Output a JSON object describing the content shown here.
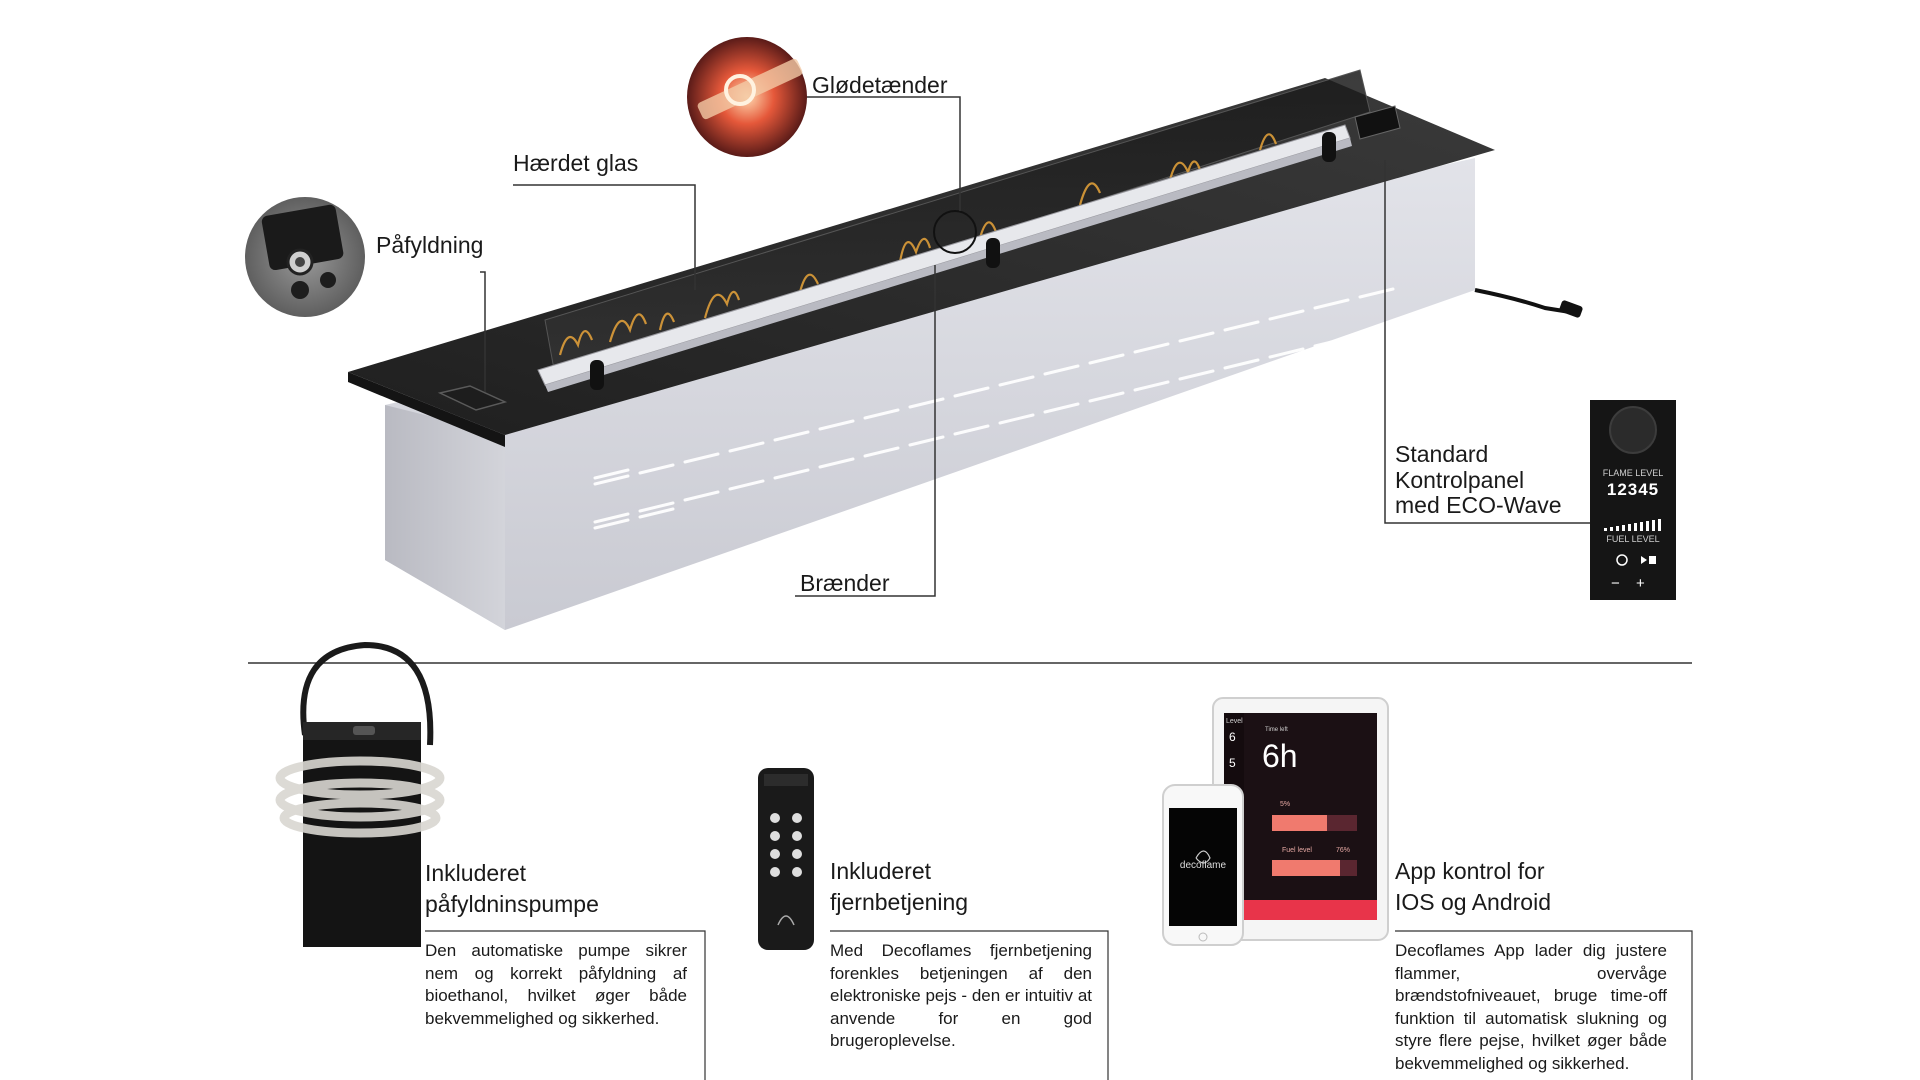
{
  "callouts": {
    "refill": "Påfyldning",
    "glass": "Hærdet glas",
    "glow_plugs": "Glødetænder",
    "burner": "Brænder",
    "control_panel": "Standard\nKontrolpanel\nmed ECO-Wave"
  },
  "control_panel_device": {
    "flame_level_label": "FLAME LEVEL",
    "flame_levels": "12345",
    "fuel_level_label": "FUEL LEVEL",
    "minus": "−",
    "plus": "+"
  },
  "features": [
    {
      "title": "Inkluderet\npåfyldninspumpe",
      "text": "Den automatiske pumpe sikrer nem og korrekt påfyldning af bioethanol, hvilket øger både bekvemmelighed og sikkerhed."
    },
    {
      "title": "Inkluderet\nfjernbetjening",
      "text": "Med Decoflames fjernbetjening forenkles betjeningen af den elektroniske pejs - den er intuitiv at anvende for en god brugeroplevelse."
    },
    {
      "title": "App kontrol for\nIOS og Android",
      "text": "Decoflames App lader dig justere flammer, overvåge brændstofniveauet, bruge time-off funktion til automatisk slukning og styre flere pejse, hvilket øger både bekvemmelighed og sikkerhed."
    }
  ],
  "tablet_app": {
    "level_label": "Level",
    "level_values": [
      "6",
      "5"
    ],
    "timer_label": "Time left",
    "timer_value": "6h",
    "flame_row_value": "5%",
    "fuel_label": "Fuel level",
    "fuel_value": "76%"
  },
  "phone_app": {
    "brand": "decoflame"
  },
  "colors": {
    "app_accent": "#e8344a",
    "app_bg": "#1b1014",
    "steel": "#d7d8de",
    "top_plate": "#2a2a2a"
  }
}
